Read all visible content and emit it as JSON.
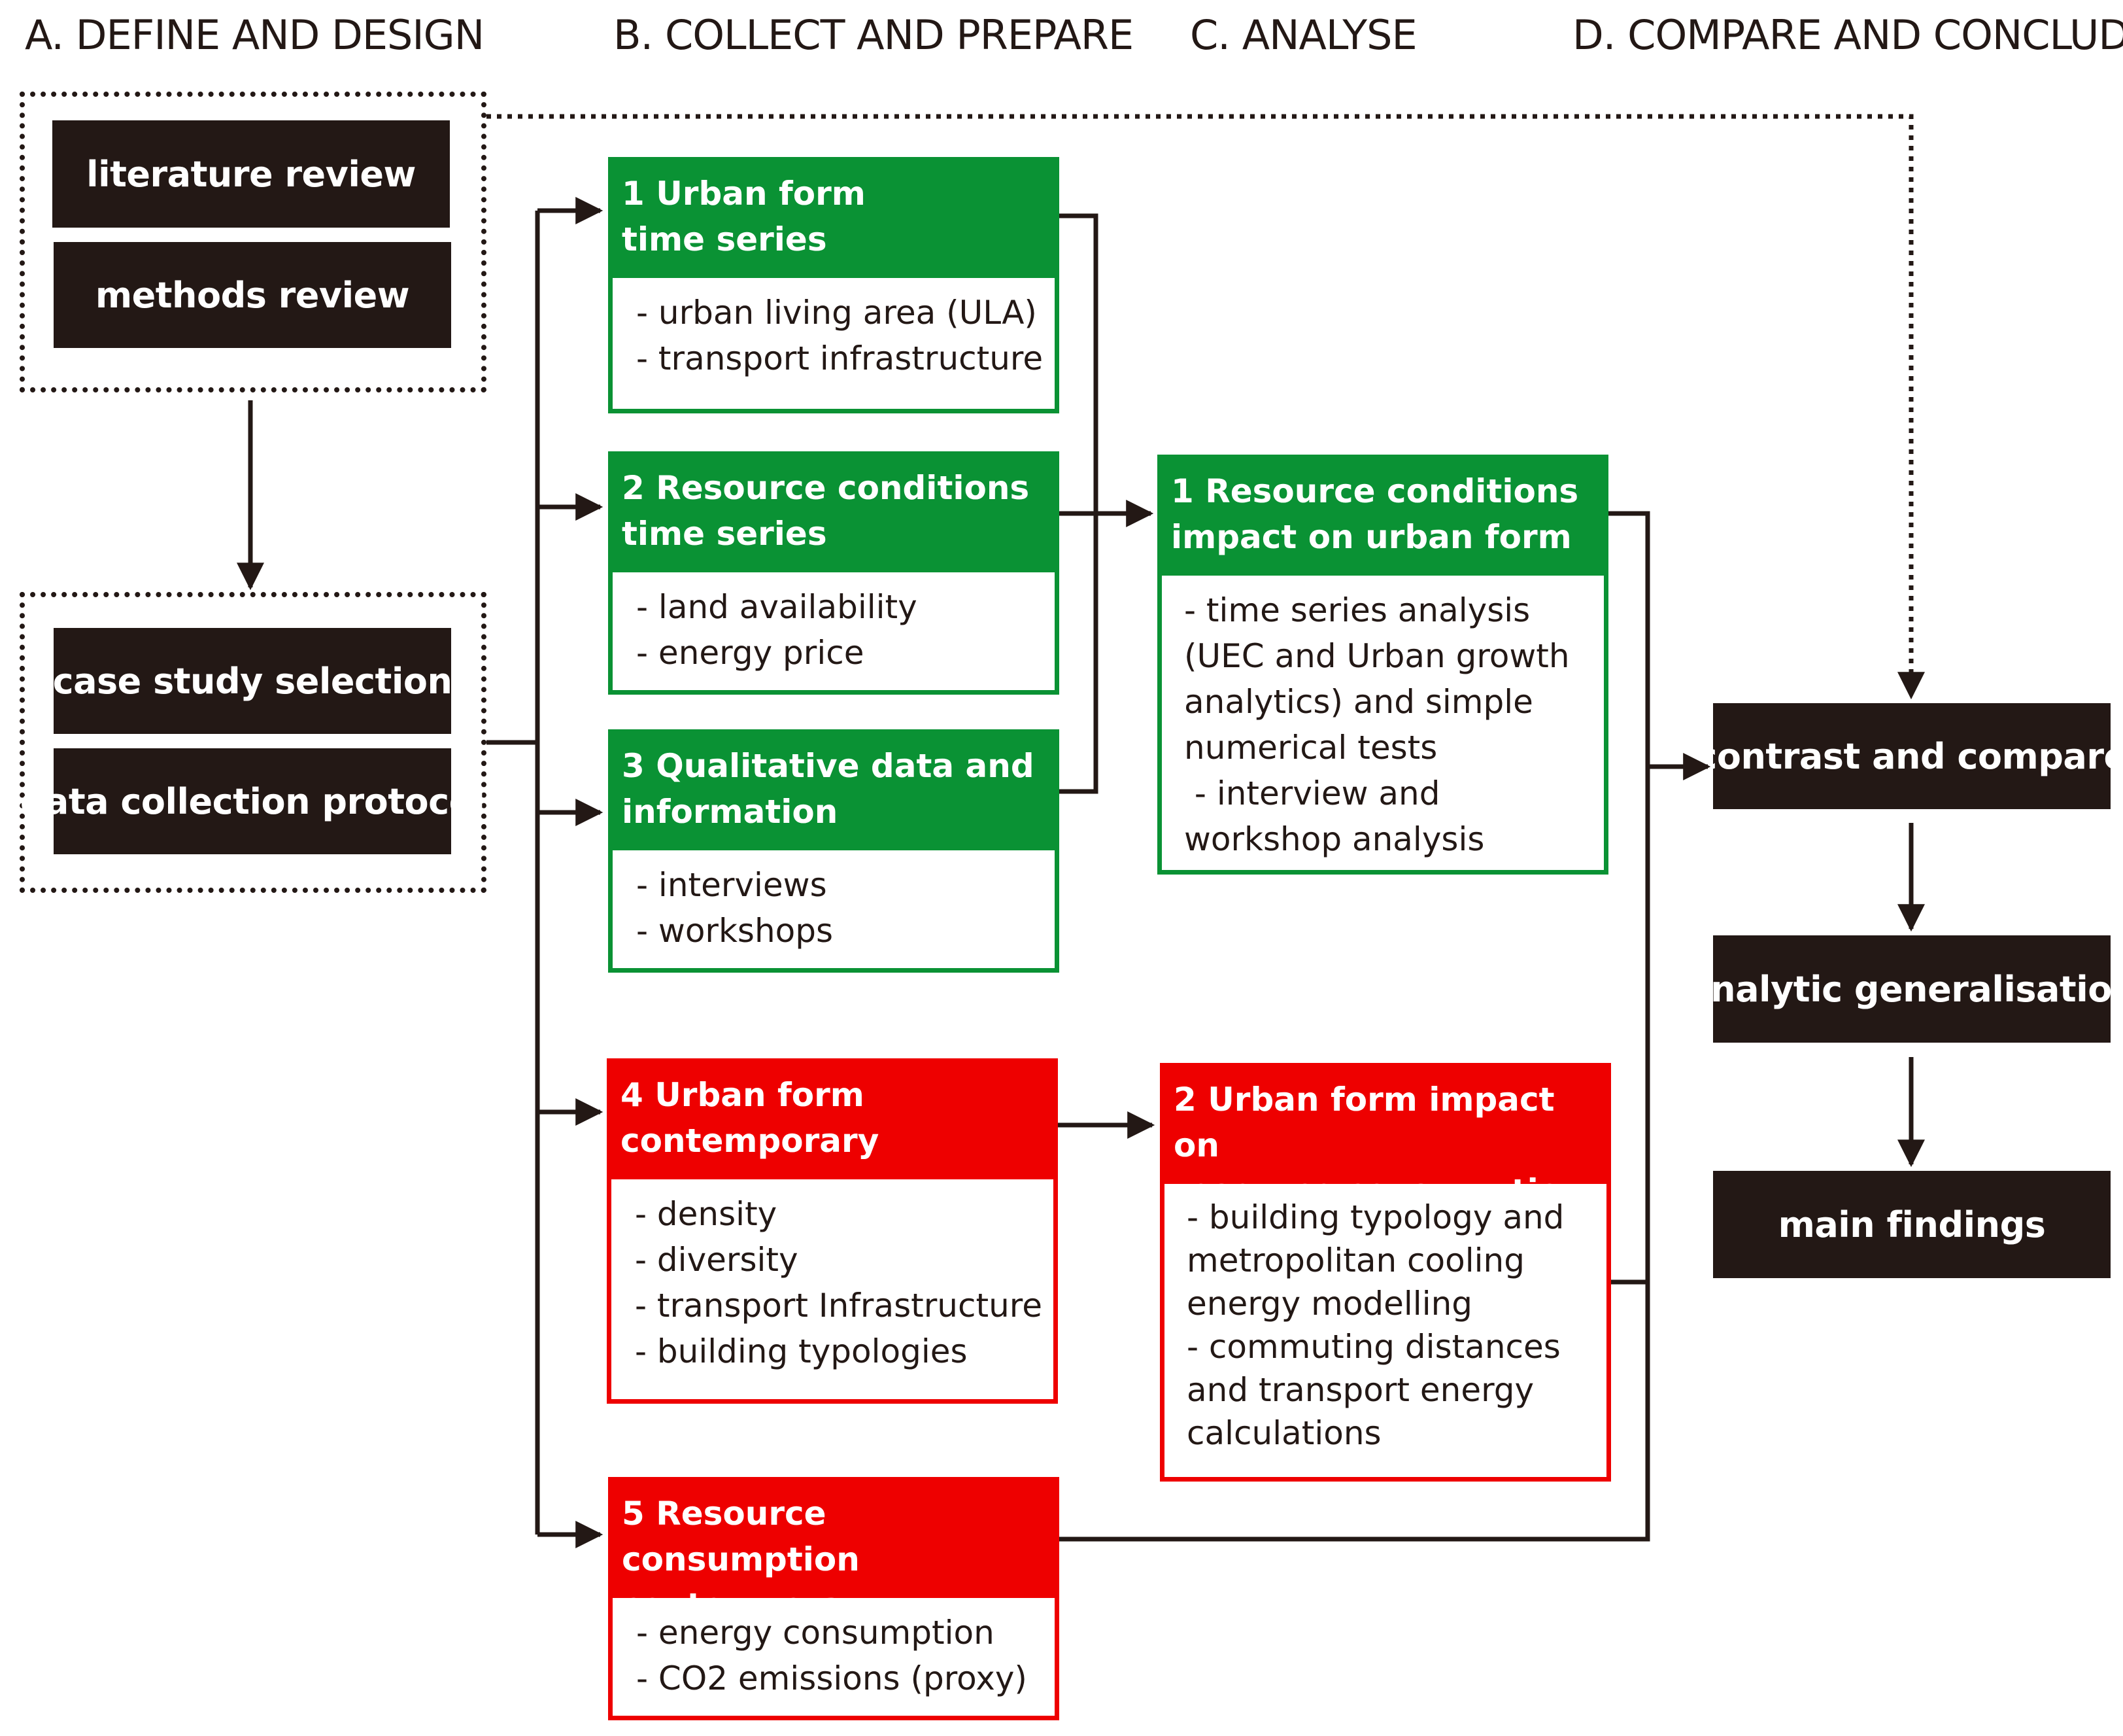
{
  "headers": {
    "a": "A. DEFINE AND DESIGN",
    "b": "B. COLLECT AND PREPARE",
    "c": "C. ANALYSE",
    "d": "D. COMPARE AND CONCLUDE"
  },
  "define": {
    "literature_review": "literature review",
    "methods_review": "methods review",
    "case_study_selection": "case study selection",
    "data_collection_protocol": "data collection protocol"
  },
  "collect": [
    {
      "color": "#0a9234",
      "title": [
        "1 Urban form",
        "time series"
      ],
      "items": [
        "- urban living area (ULA)",
        "- transport infrastructure"
      ]
    },
    {
      "color": "#0a9234",
      "title": [
        "2 Resource conditions",
        "time series"
      ],
      "items": [
        "- land availability",
        "- energy price"
      ]
    },
    {
      "color": "#0a9234",
      "title": [
        "3 Qualitative data and",
        "information"
      ],
      "items": [
        "- interviews",
        "- workshops"
      ]
    },
    {
      "color": "#ee0000",
      "title": [
        "4 Urban form",
        "contemporary"
      ],
      "items": [
        "- density",
        "- diversity",
        "- transport Infrastructure",
        "- building typologies"
      ]
    },
    {
      "color": "#ee0000",
      "title": [
        "5 Resource consumption",
        "contemporary"
      ],
      "items": [
        "- energy consumption",
        "- CO2 emissions (proxy)"
      ]
    }
  ],
  "analyse": [
    {
      "color": "#0a9234",
      "title": [
        "1 Resource conditions",
        "impact on urban form"
      ],
      "items": [
        "- time series analysis",
        "(UEC and Urban growth",
        "analytics) and simple",
        "numerical tests",
        " - interview and",
        "workshop analysis"
      ]
    },
    {
      "color": "#ee0000",
      "title": [
        "2 Urban form impact on",
        "resource consumption"
      ],
      "items": [
        "- building typology and",
        "metropolitan cooling",
        "energy modelling",
        "- commuting distances",
        "and transport energy",
        "calculations"
      ]
    }
  ],
  "conclude": {
    "contrast_and_compare": "contrast and compare",
    "analytic_generalisation": "analytic generalisation",
    "main_findings": "main findings"
  },
  "colors": {
    "dark": "#231815",
    "green": "#0a9234",
    "red": "#ee0000"
  }
}
